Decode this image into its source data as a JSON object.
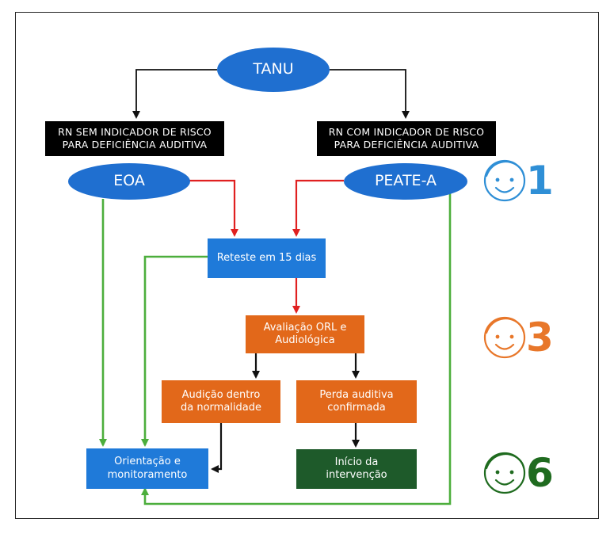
{
  "nodes": {
    "tanu": "TANU",
    "rn_sem": "RN SEM INDICADOR DE RISCO\nPARA DEFICIÊNCIA AUDITIVA",
    "rn_com": "RN COM INDICADOR DE RISCO\nPARA DEFICIÊNCIA AUDITIVA",
    "eoa": "EOA",
    "peate": "PEATE-A",
    "reteste": "Reteste em 15 dias",
    "avaliacao": "Avaliação ORL e\nAudiológica",
    "audicao": "Audição dentro\nda normalidade",
    "perda": "Perda auditiva\nconfirmada",
    "orientacao": "Orientação e\nmonitoramento",
    "inicio": "Início da\nintervenção"
  },
  "age_markers": [
    {
      "number": "1",
      "color": "#2f8fd6"
    },
    {
      "number": "3",
      "color": "#e8772a"
    },
    {
      "number": "6",
      "color": "#1f6b1f"
    }
  ],
  "colors": {
    "arrow_red": "#e02020",
    "arrow_green": "#4cae3c",
    "arrow_black": "#111111"
  }
}
